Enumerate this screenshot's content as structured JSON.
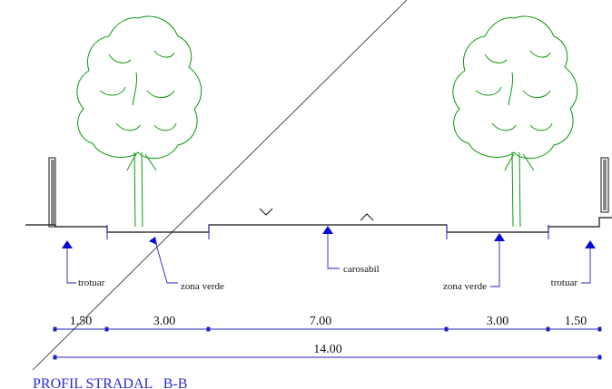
{
  "title": "PROFIL STRADAL   B-B",
  "labels": {
    "trotuar_left": "trotuar",
    "zona_verde_left": "zona verde",
    "carosabil": "carosabil",
    "zona_verde_right": "zona verde",
    "trotuar_right": "trotuar"
  },
  "dimensions": {
    "segments": [
      "1.50",
      "3.00",
      "7.00",
      "3.00",
      "1.50"
    ],
    "total": "14.00"
  },
  "colors": {
    "tree": "#0a9a0a",
    "marker": "#0a0ad8",
    "title": "#2b2bd6",
    "line": "#111111"
  }
}
